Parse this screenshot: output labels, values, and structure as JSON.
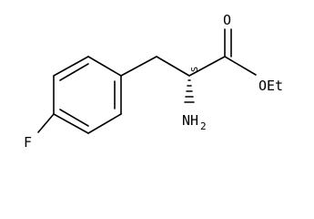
{
  "molecule": {
    "atoms": {
      "fluorine": "F",
      "carbonyl_oxygen": "O",
      "ester_group": "OEt",
      "amine_group": "NH",
      "amine_subscript": "2"
    },
    "stereo_descriptor": "S",
    "colors": {
      "bond": "#000000",
      "label": "#000000",
      "background": "#ffffff"
    }
  }
}
